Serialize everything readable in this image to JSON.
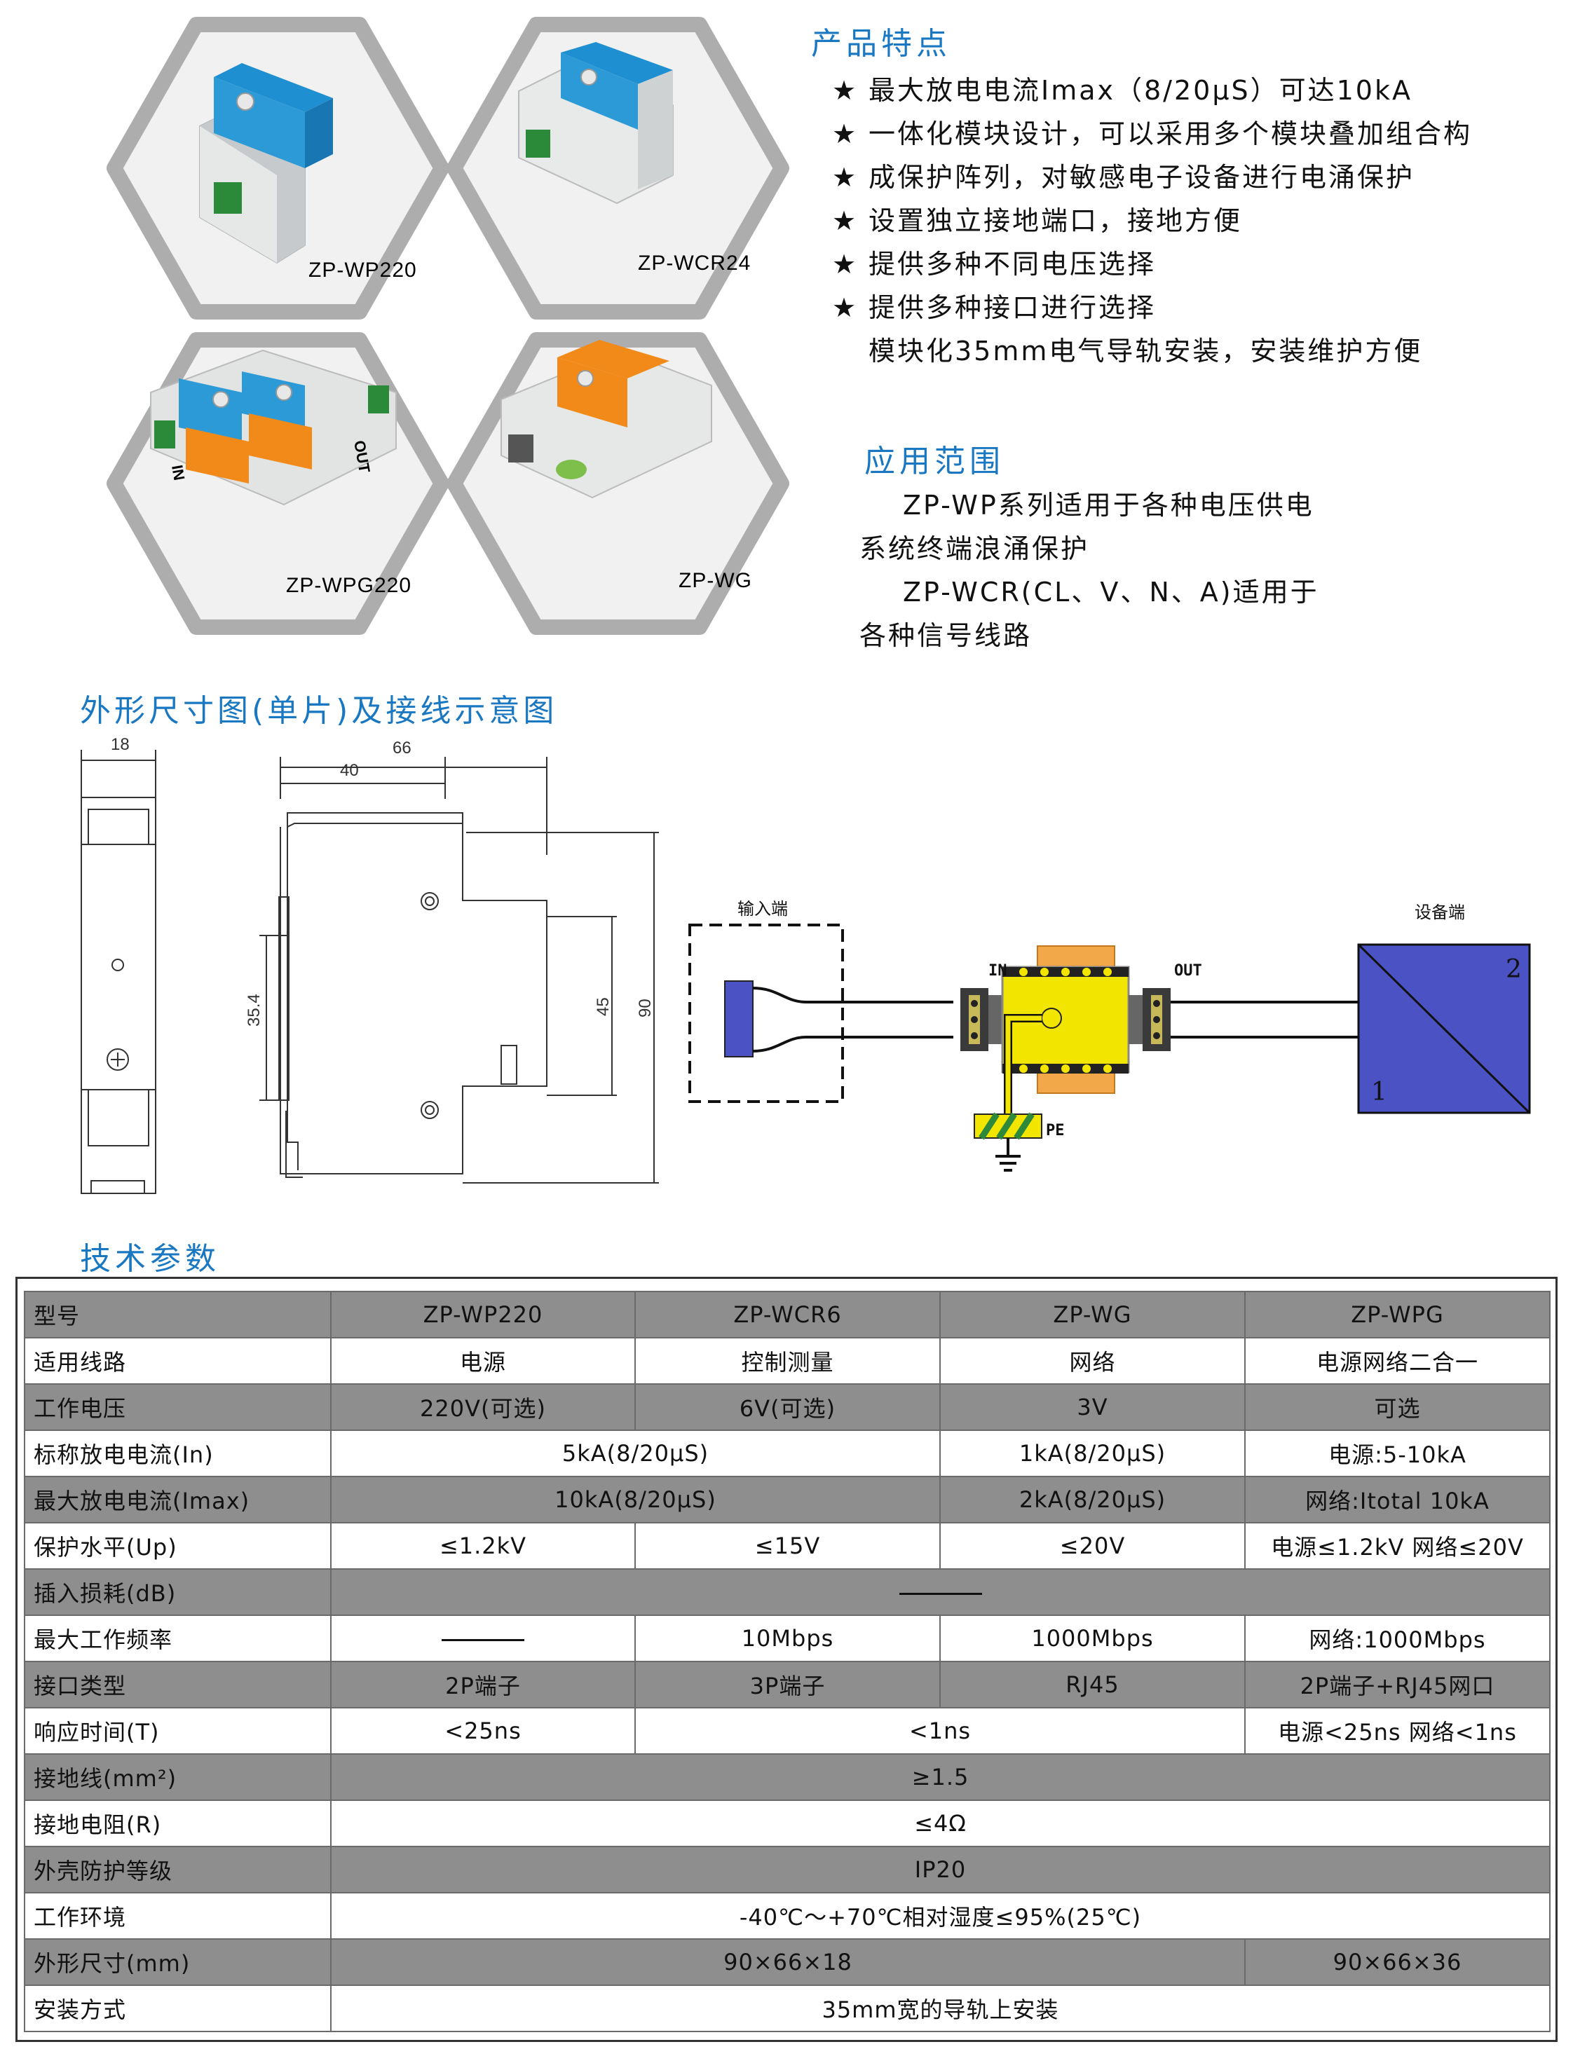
{
  "products": [
    {
      "caption": "ZP-WP220"
    },
    {
      "caption": "ZP-WCR24"
    },
    {
      "caption": "ZP-WPG220"
    },
    {
      "caption": "ZP-WG"
    }
  ],
  "features": {
    "title": "产品特点",
    "items": [
      "最大放电电流Imax（8/20μS）可达10kA",
      "一体化模块设计，可以采用多个模块叠加组合构",
      "成保护阵列，对敏感电子设备进行电涌保护",
      "设置独立接地端口，接地方便",
      "提供多种不同电压选择",
      "提供多种接口进行选择"
    ],
    "extra": "模块化35mm电气导轨安装，安装维护方便",
    "star": "★"
  },
  "application": {
    "title": "应用范围",
    "lines": [
      "ZP-WP系列适用于各种电压供电",
      "系统终端浪涌保护",
      "ZP-WCR(CL、V、N、A)适用于",
      "各种信号线路"
    ]
  },
  "dimensions": {
    "title": "外形尺寸图(单片)及接线示意图",
    "labels": {
      "w18": "18",
      "w66": "66",
      "w40": "40",
      "h90": "90",
      "h45": "45",
      "h354": "35.4"
    }
  },
  "wiring": {
    "input_label": "输入端",
    "device_label": "设备端",
    "in_label": "IN",
    "out_label": "OUT",
    "pe_label": "PE",
    "port1": "1",
    "port2": "2"
  },
  "device_labels": {
    "in": "IN",
    "out": "OUT"
  },
  "specs": {
    "title": "技术参数",
    "header": [
      "型号",
      "ZP-WP220",
      "ZP-WCR6",
      "ZP-WG",
      "ZP-WPG"
    ],
    "rows": {
      "line": [
        "适用线路",
        "电源",
        "控制测量",
        "网络",
        "电源网络二合一"
      ],
      "voltage": [
        "工作电压",
        "220V(可选)",
        "6V(可选)",
        "3V",
        "可选"
      ],
      "in_current": [
        "标称放电电流(In)",
        "5kA(8/20μS)",
        "1kA(8/20μS)",
        "电源:5-10kA"
      ],
      "imax": [
        "最大放电电流(Imax)",
        "10kA(8/20μS)",
        "2kA(8/20μS)",
        "网络:Itotal  10kA"
      ],
      "up": [
        "保护水平(Up)",
        "≤1.2kV",
        "≤15V",
        "≤20V",
        "电源≤1.2kV   网络≤20V"
      ],
      "loss": [
        "插入损耗(dB)"
      ],
      "freq": [
        "最大工作频率",
        "10Mbps",
        "1000Mbps",
        "网络:1000Mbps"
      ],
      "iface": [
        "接口类型",
        "2P端子",
        "3P端子",
        "RJ45",
        "2P端子+RJ45网口"
      ],
      "resp": [
        "响应时间(T)",
        "<25ns",
        "<1ns",
        "电源<25ns    网络<1ns"
      ],
      "ground": [
        "接地线(mm²)",
        "≥1.5"
      ],
      "gres": [
        "接地电阻(R)",
        "≤4Ω"
      ],
      "ip": [
        "外壳防护等级",
        "IP20"
      ],
      "env": [
        "工作环境",
        "-40℃～+70℃相对湿度≤95%(25℃)"
      ],
      "size": [
        "外形尺寸(mm)",
        "90×66×18",
        "90×66×36"
      ],
      "mount": [
        "安装方式",
        "35mm宽的导轨上安装"
      ]
    }
  },
  "colors": {
    "heading": "#1a78c2",
    "hex_border": "#aeaeae",
    "gray_row": "#8e8e8e",
    "yellow": "#f2e600",
    "orange": "#f28a1a",
    "blue_module": "#2c9ad6",
    "navy_diagram": "#4a52c4"
  }
}
